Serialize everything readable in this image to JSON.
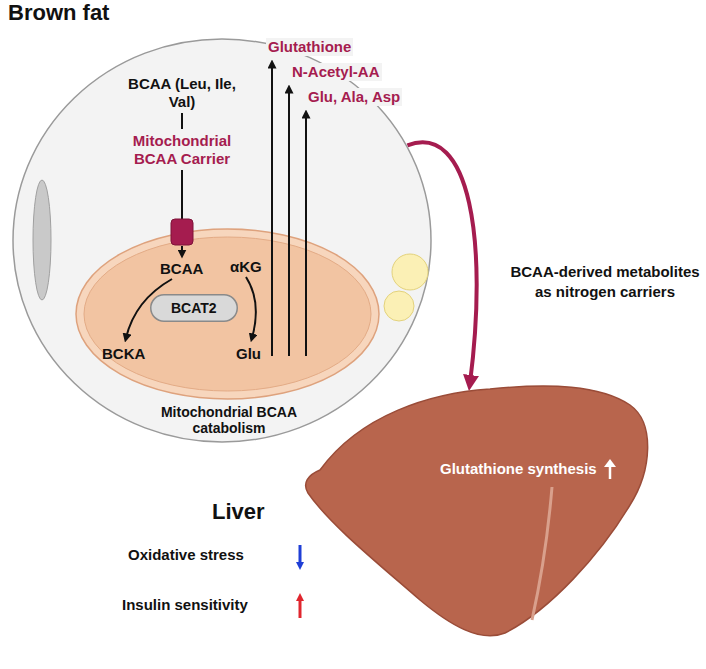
{
  "diagram": {
    "nodes": [
      {
        "text": [
          "Brown fat",
          "BCAA (Leu, Ile, Val)",
          "Mitochondrial BCAA Carrier",
          "Glutathione",
          "N-Acetyl-AA",
          "Glu, Ala, Asp"
        ]
      },
      {
        "text": [
          "BCAA",
          "αKG",
          "BCKA",
          "Glu",
          "Mitochondrial BCAA catabolism"
        ],
        "in": 0
      },
      {
        "text": [
          "BCAT2"
        ],
        "in": 1
      },
      {
        "text": [
          "Liver",
          "Glutathione synthesis"
        ]
      }
    ],
    "edges": [
      {
        "from": 0,
        "to": 3,
        "arrow": "to",
        "label": "BCAA-derived metabolites as nitrogen carriers"
      }
    ],
    "labels": [
      "Oxidative stress",
      "Insulin sensitivity"
    ]
  }
}
